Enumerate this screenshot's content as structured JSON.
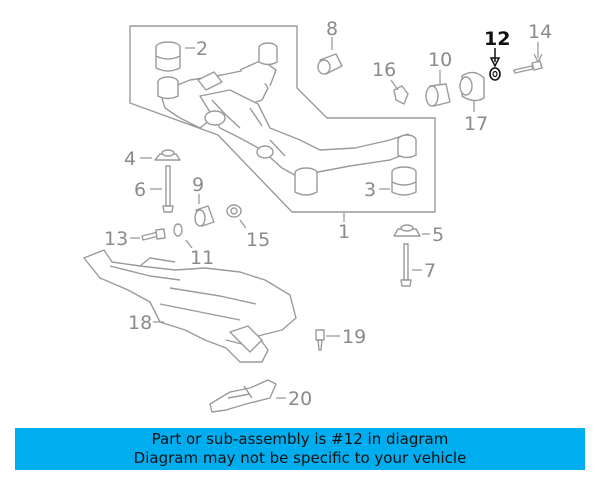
{
  "diagram": {
    "highlighted_part": "12",
    "callouts": {
      "c1": "1",
      "c2": "2",
      "c3": "3",
      "c4": "4",
      "c5": "5",
      "c6": "6",
      "c7": "7",
      "c8": "8",
      "c9": "9",
      "c10": "10",
      "c11": "11",
      "c12": "12",
      "c13": "13",
      "c14": "14",
      "c15": "15",
      "c16": "16",
      "c17": "17",
      "c18": "18",
      "c19": "19",
      "c20": "20"
    },
    "colors": {
      "banner": "#00aeef",
      "line_art": "#9a9a9a",
      "highlight": "#111111"
    }
  },
  "banner": {
    "line1": "Part or sub-assembly is #12 in diagram",
    "line2": "Diagram may not be specific to your vehicle"
  }
}
